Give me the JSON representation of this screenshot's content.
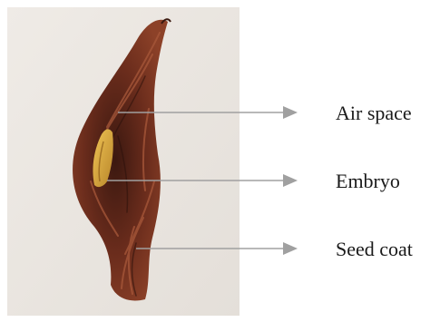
{
  "figure": {
    "labels": [
      {
        "id": "air-space",
        "text": "Air space"
      },
      {
        "id": "embryo",
        "text": "Embryo"
      },
      {
        "id": "seed-coat",
        "text": "Seed coat"
      }
    ],
    "colors": {
      "photo_background": "#ebe7e2",
      "seed_coat_dark": "#5a2418",
      "seed_coat_mid": "#7d3a25",
      "seed_coat_light": "#a8583a",
      "embryo_yellow": "#d8a531",
      "leader_line": "#a0a0a0"
    }
  }
}
